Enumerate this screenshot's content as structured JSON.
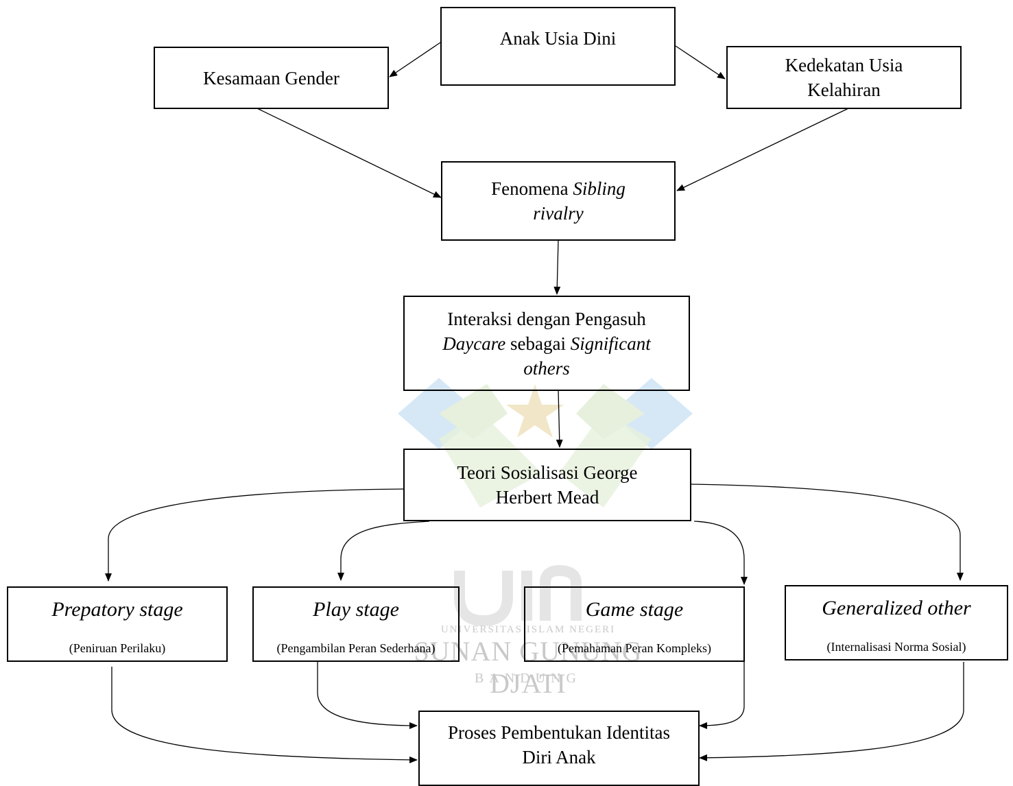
{
  "diagram": {
    "nodes": {
      "anak": {
        "label": "Anak Usia Dini"
      },
      "gender": {
        "label": "Kesamaan Gender"
      },
      "kedekatan": {
        "line1": "Kedekatan Usia",
        "line2": "Kelahiran"
      },
      "fenomena": {
        "prefix": "Fenomena ",
        "italic1": "Sibling",
        "italic2": "rivalry"
      },
      "interaksi": {
        "line1": "Interaksi dengan Pengasuh",
        "italic_a": "Daycare",
        "mid": " sebagai ",
        "italic_b": "Significant",
        "italic_c": "others"
      },
      "teori": {
        "line1": "Teori Sosialisasi George",
        "line2": "Herbert Mead"
      },
      "prepatory": {
        "title": "Prepatory stage",
        "subtitle": "(Peniruan Perilaku)"
      },
      "play": {
        "title": "Play stage",
        "subtitle": "(Pengambilan Peran Sederhana)"
      },
      "game": {
        "title": "Game stage",
        "subtitle": "(Pemahaman Peran Kompleks)"
      },
      "generalized": {
        "title": "Generalized other",
        "subtitle": "(Internalisasi Norma Sosial)"
      },
      "proses": {
        "line1": "Proses Pembentukan Identitas",
        "line2": "Diri Anak"
      }
    },
    "edges": [
      [
        "anak",
        "gender"
      ],
      [
        "anak",
        "kedekatan"
      ],
      [
        "gender",
        "fenomena"
      ],
      [
        "kedekatan",
        "fenomena"
      ],
      [
        "fenomena",
        "interaksi"
      ],
      [
        "interaksi",
        "teori"
      ],
      [
        "teori",
        "prepatory"
      ],
      [
        "teori",
        "play"
      ],
      [
        "teori",
        "game"
      ],
      [
        "teori",
        "generalized"
      ],
      [
        "prepatory",
        "proses"
      ],
      [
        "play",
        "proses"
      ],
      [
        "game",
        "proses"
      ],
      [
        "generalized",
        "proses"
      ]
    ]
  },
  "watermark": {
    "line1": "UNIVERSITAS ISLAM NEGERI",
    "line2": "SUNAN GUNUNG DJATI",
    "line3": "BANDUNG"
  },
  "colors": {
    "stroke": "#000000",
    "watermark_blue": "#d6e8f6",
    "watermark_green": "#e3efd8",
    "watermark_gold": "#f1e6c8",
    "watermark_gray": "#e7e7e7"
  }
}
